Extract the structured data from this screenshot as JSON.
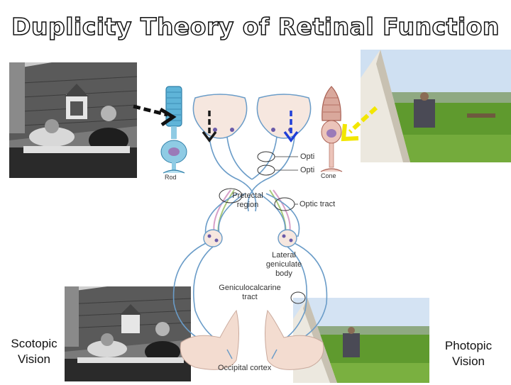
{
  "slide": {
    "title": "Duplicity Theory of Retinal Function",
    "left_caption_line1": "Scotopic",
    "left_caption_line2": "Vision",
    "right_caption_line1": "Photopic",
    "right_caption_line2": "Vision"
  },
  "receptors": {
    "rod_label": "Rod",
    "cone_label": "Cone"
  },
  "pathway": {
    "optic_nerve_label": "Opti",
    "optic_chiasm_label": "Opti",
    "pretectal_line1": "Pretectal",
    "pretectal_line2": "region",
    "optic_tract_label": "Optic tract",
    "lgb_line1": "Lateral",
    "lgb_line2": "geniculate",
    "lgb_line3": "body",
    "geniculocalcarine_line1": "Geniculocalcarine",
    "geniculocalcarine_line2": "tract",
    "occipital_label": "Occipital cortex"
  },
  "colors": {
    "rod_color": "#5fb4d8",
    "cone_color": "#c98a7e",
    "scotopic_arrow": "#111111",
    "photopic_arrow": "#f2e600",
    "left_eye_arrow": "#1a1a1a",
    "right_eye_arrow": "#1f3fd8",
    "pathway_stroke": "#6a9cc8",
    "pathway_fill": "#f3dcd0"
  }
}
